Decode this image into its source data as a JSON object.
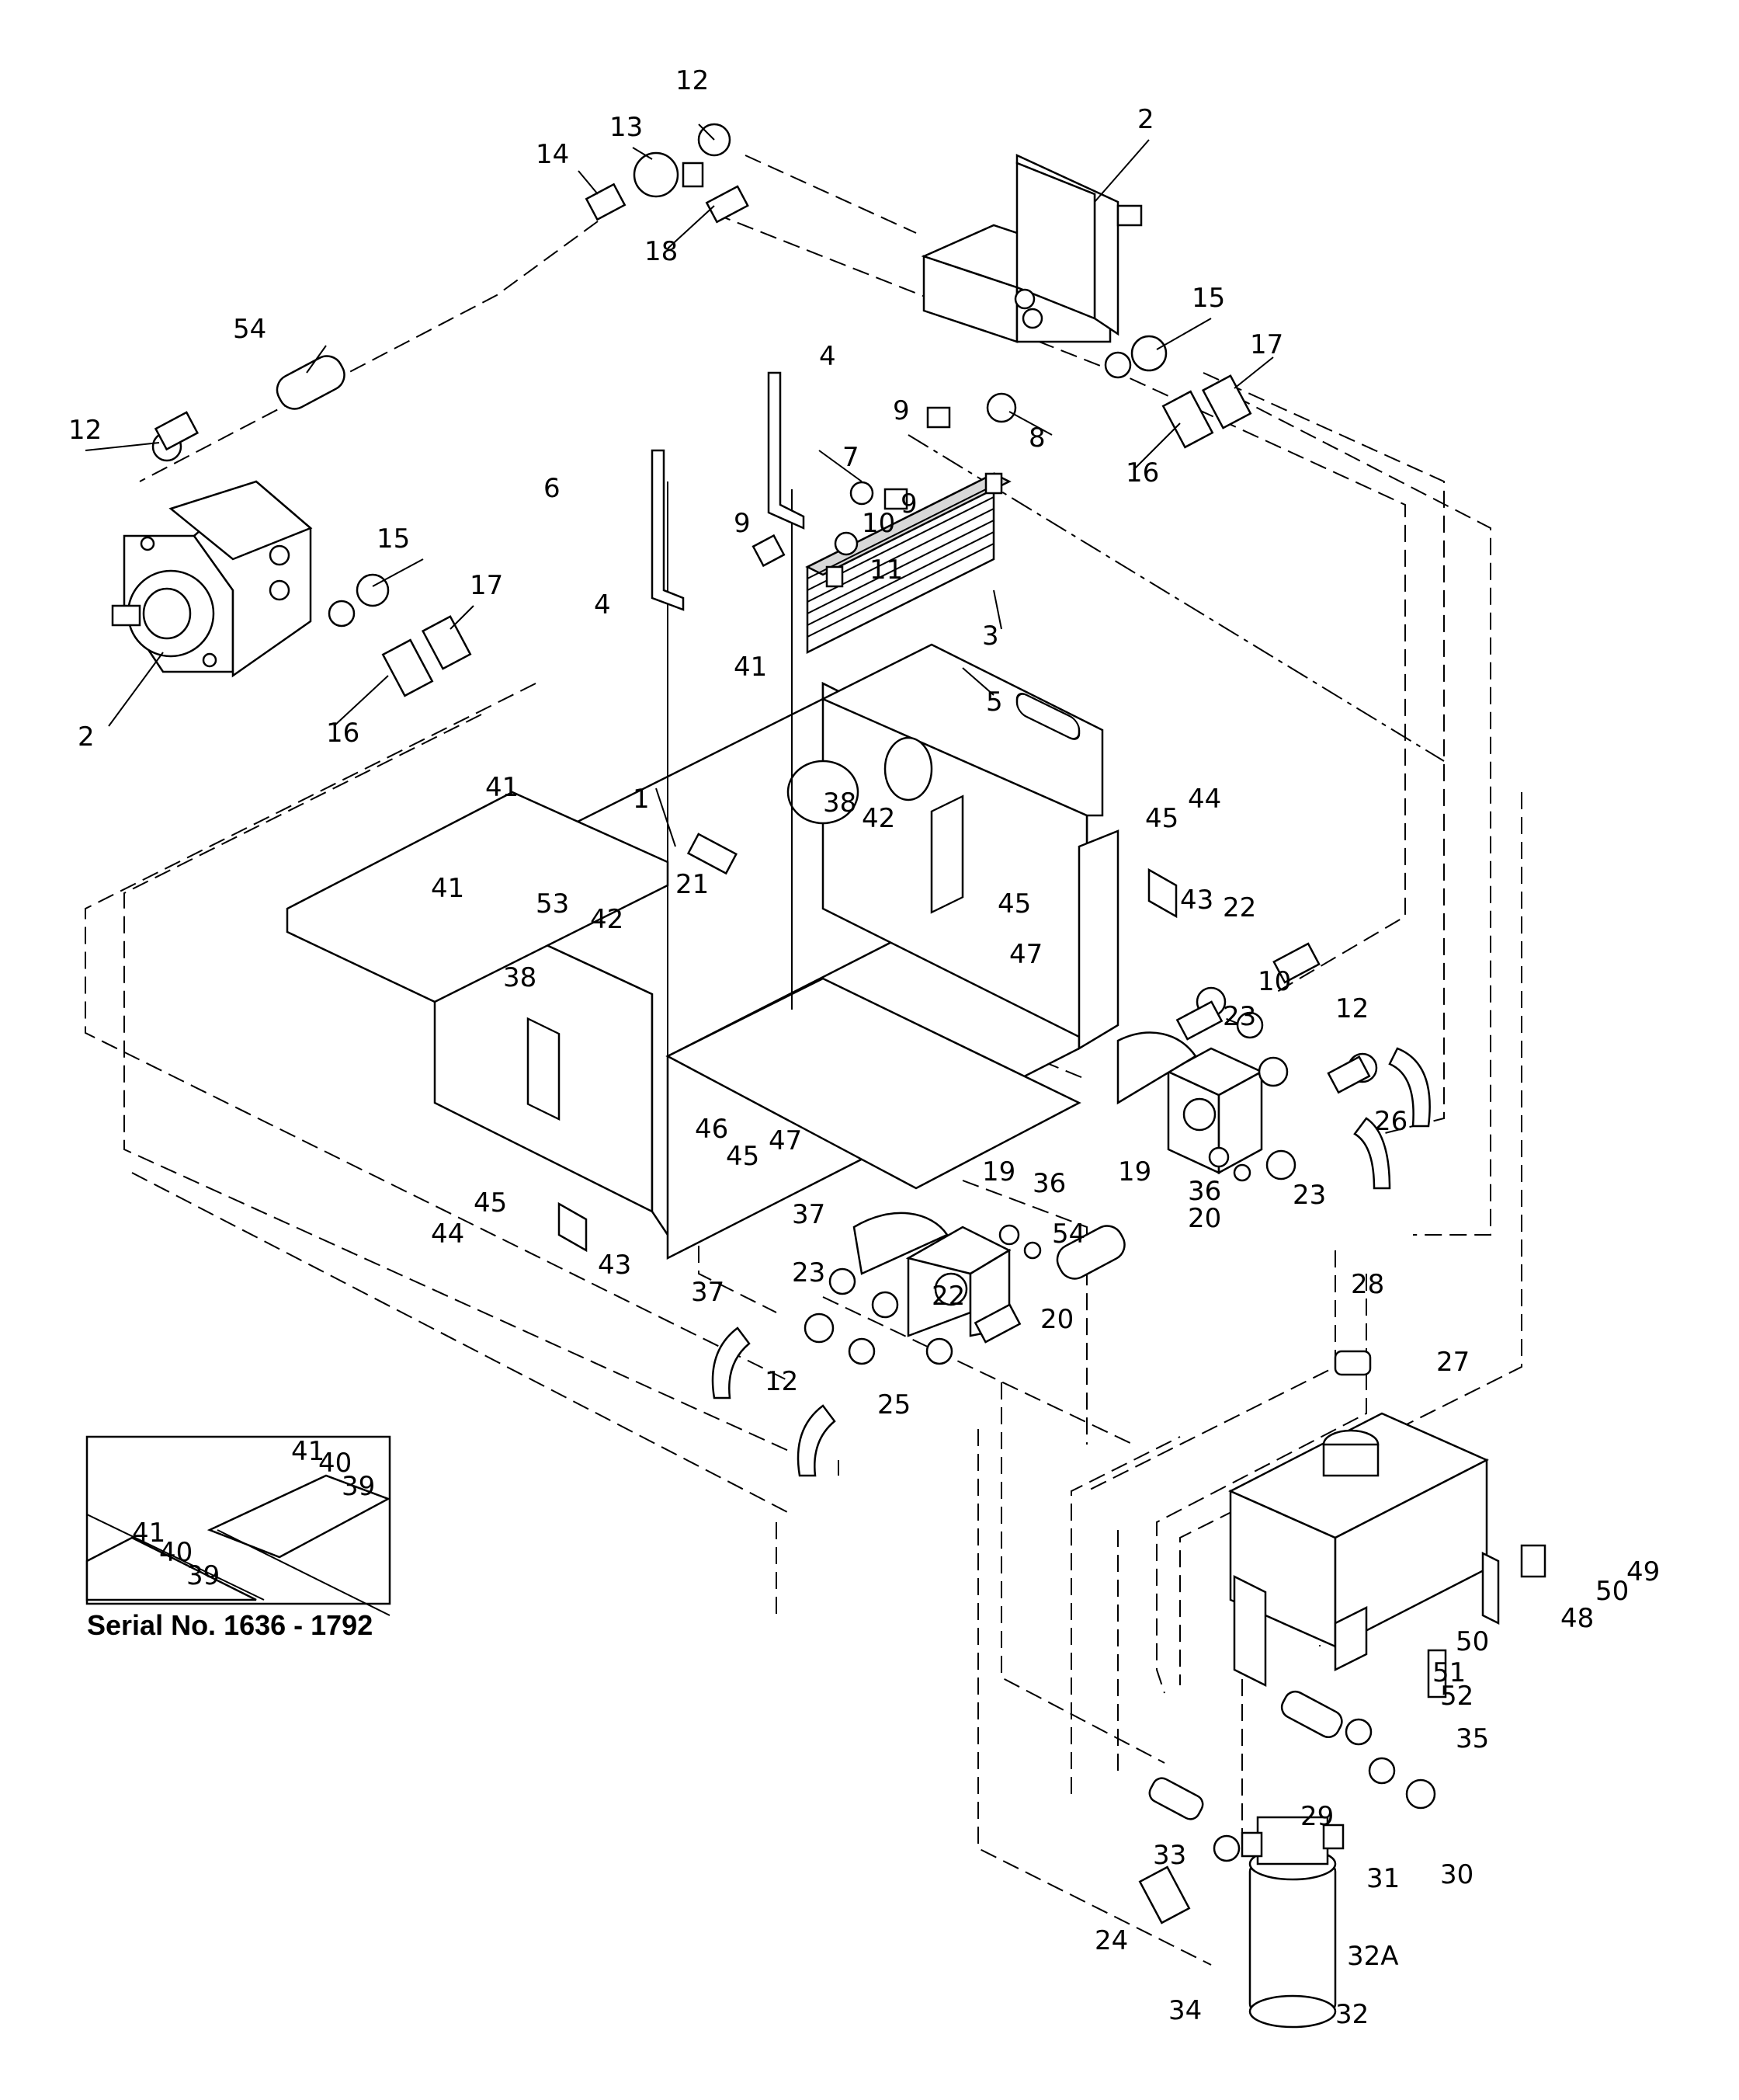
{
  "inset": {
    "caption": "Serial No. 1636 - 1792",
    "callouts": [
      "41",
      "40",
      "39",
      "41",
      "40",
      "39"
    ]
  },
  "callouts": [
    "1",
    "2",
    "2",
    "2",
    "3",
    "4",
    "4",
    "5",
    "6",
    "7",
    "8",
    "9",
    "9",
    "9",
    "10",
    "10",
    "11",
    "12",
    "12",
    "12",
    "12",
    "13",
    "14",
    "15",
    "15",
    "16",
    "16",
    "17",
    "17",
    "18",
    "19",
    "19",
    "20",
    "20",
    "21",
    "22",
    "22",
    "23",
    "23",
    "23",
    "24",
    "25",
    "26",
    "27",
    "28",
    "29",
    "30",
    "31",
    "32",
    "32A",
    "33",
    "34",
    "35",
    "36",
    "36",
    "37",
    "37",
    "38",
    "38",
    "41",
    "41",
    "41",
    "42",
    "42",
    "43",
    "43",
    "44",
    "44",
    "45",
    "45",
    "45",
    "45",
    "46",
    "47",
    "47",
    "48",
    "49",
    "50",
    "50",
    "51",
    "52",
    "53",
    "54",
    "54"
  ]
}
